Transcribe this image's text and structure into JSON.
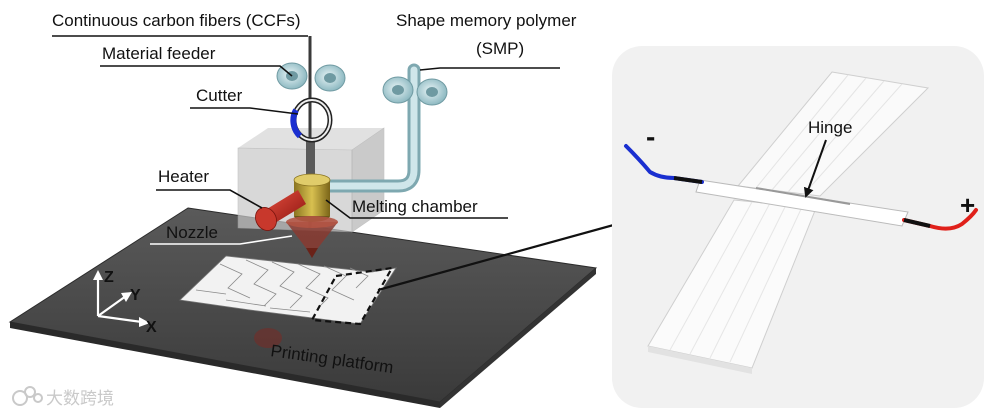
{
  "labels": {
    "ccf": "Continuous carbon fibers (CCFs)",
    "feeder": "Material feeder",
    "cutter": "Cutter",
    "heater": "Heater",
    "nozzle": "Nozzle",
    "melting": "Melting chamber",
    "smp_line1": "Shape memory polymer",
    "smp_line2": "(SMP)",
    "platform": "Printing platform",
    "hinge": "Hinge",
    "minus": "-",
    "plus": "+"
  },
  "axes": {
    "z": "Z",
    "y": "Y",
    "x": "X"
  },
  "watermark": {
    "text": "大数跨境"
  },
  "colors": {
    "platform": "#4a4a4a",
    "roller": "#a9d0d8",
    "heater": "#c0281e",
    "chamber": "#b9a030",
    "wire_negative": "#1a2fd0",
    "wire_positive": "#e0201a",
    "panel_bg": "#f1f1f1"
  }
}
